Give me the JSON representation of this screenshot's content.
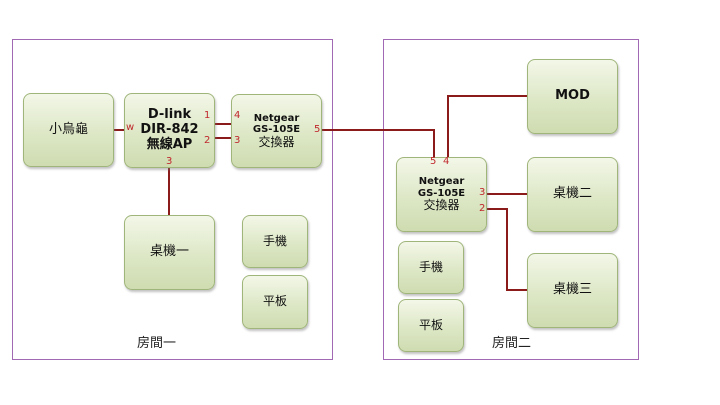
{
  "rooms": [
    {
      "label": "房間一"
    },
    {
      "label": "房間二"
    }
  ],
  "nodes": {
    "turtle": {
      "label": "小烏龜"
    },
    "router": {
      "lines": [
        "D-link",
        "DIR-842",
        "無線AP"
      ]
    },
    "switch1": {
      "lines": [
        "Netgear",
        "GS-105E",
        "交換器"
      ]
    },
    "switch2": {
      "lines": [
        "Netgear",
        "GS-105E",
        "交換器"
      ]
    },
    "desktop1": {
      "label": "桌機一"
    },
    "phone1": {
      "label": "手機"
    },
    "tablet1": {
      "label": "平板"
    },
    "mod": {
      "label": "MOD"
    },
    "desktop2": {
      "label": "桌機二"
    },
    "desktop3": {
      "label": "桌機三"
    },
    "phone2": {
      "label": "手機"
    },
    "tablet2": {
      "label": "平板"
    }
  },
  "ports": {
    "router_w": "w",
    "router_1": "1",
    "router_2": "2",
    "router_3": "3",
    "switch1_4": "4",
    "switch1_3": "3",
    "switch1_5": "5",
    "switch2_5": "5",
    "switch2_4": "4",
    "switch2_3": "3",
    "switch2_2": "2"
  },
  "colors": {
    "wire": "#8b1a1a",
    "room_border": "#a169b3",
    "port_label": "#c0282d"
  }
}
